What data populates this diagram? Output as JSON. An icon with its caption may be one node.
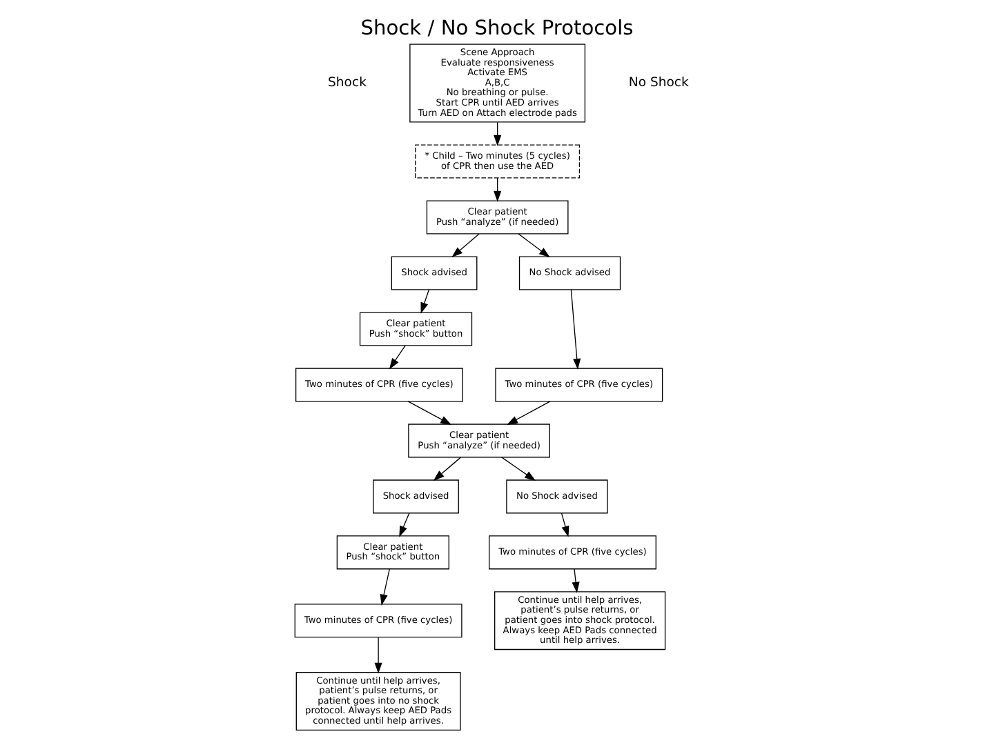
{
  "diagram": {
    "title": "Shock / No Shock Protocols",
    "nodes": [
      {
        "text": [
          "Scene Approach",
          "Evaluate responsiveness",
          "Activate EMS",
          "A,B,C",
          "No breathing or pulse.",
          "Start CPR until AED arrives",
          "Turn AED on Attach electrode pads"
        ]
      },
      {
        "text": [
          "* Child – Two minutes (5 cycles) of CPR then use the AED"
        ]
      },
      {
        "text": [
          "Clear patient",
          "Push “analyze” (if needed)"
        ]
      },
      {
        "text": [
          "Shock advised"
        ]
      },
      {
        "text": [
          "No Shock advised"
        ]
      },
      {
        "text": [
          "Clear patient",
          "Push “shock” button"
        ]
      },
      {
        "text": [
          "Two minutes of CPR (five cycles)"
        ]
      },
      {
        "text": [
          "Two minutes of CPR (five cycles)"
        ]
      },
      {
        "text": [
          "Clear patient",
          "Push “analyze” (if needed)"
        ]
      },
      {
        "text": [
          "Shock advised"
        ]
      },
      {
        "text": [
          "No Shock advised"
        ]
      },
      {
        "text": [
          "Clear patient",
          "Push “shock” button"
        ]
      },
      {
        "text": [
          "Two minutes of CPR (five cycles)"
        ]
      },
      {
        "text": [
          "Two minutes of CPR (five cycles)"
        ]
      },
      {
        "text": [
          "Continue until help arrives, patient’s pulse returns, or patient goes into no shock protocol. Always keep AED Pads connected until help arrives."
        ]
      },
      {
        "text": [
          "Continue until help arrives, patient’s pulse returns, or patient goes into shock protocol. Always keep AED Pads connected until help arrives."
        ]
      }
    ],
    "edges": [
      {
        "from": 0,
        "to": 1,
        "arrow": "to"
      },
      {
        "from": 1,
        "to": 2,
        "arrow": "to"
      },
      {
        "from": 2,
        "to": 3,
        "arrow": "to"
      },
      {
        "from": 2,
        "to": 4,
        "arrow": "to"
      },
      {
        "from": 3,
        "to": 5,
        "arrow": "to"
      },
      {
        "from": 5,
        "to": 6,
        "arrow": "to"
      },
      {
        "from": 4,
        "to": 7,
        "arrow": "to"
      },
      {
        "from": 6,
        "to": 8,
        "arrow": "to"
      },
      {
        "from": 7,
        "to": 8,
        "arrow": "to"
      },
      {
        "from": 8,
        "to": 9,
        "arrow": "to"
      },
      {
        "from": 8,
        "to": 10,
        "arrow": "to"
      },
      {
        "from": 9,
        "to": 11,
        "arrow": "to"
      },
      {
        "from": 11,
        "to": 12,
        "arrow": "to"
      },
      {
        "from": 10,
        "to": 13,
        "arrow": "to"
      },
      {
        "from": 12,
        "to": 14,
        "arrow": "to"
      },
      {
        "from": 13,
        "to": 15,
        "arrow": "to"
      }
    ],
    "labels": [
      "Shock",
      "No Shock"
    ]
  }
}
